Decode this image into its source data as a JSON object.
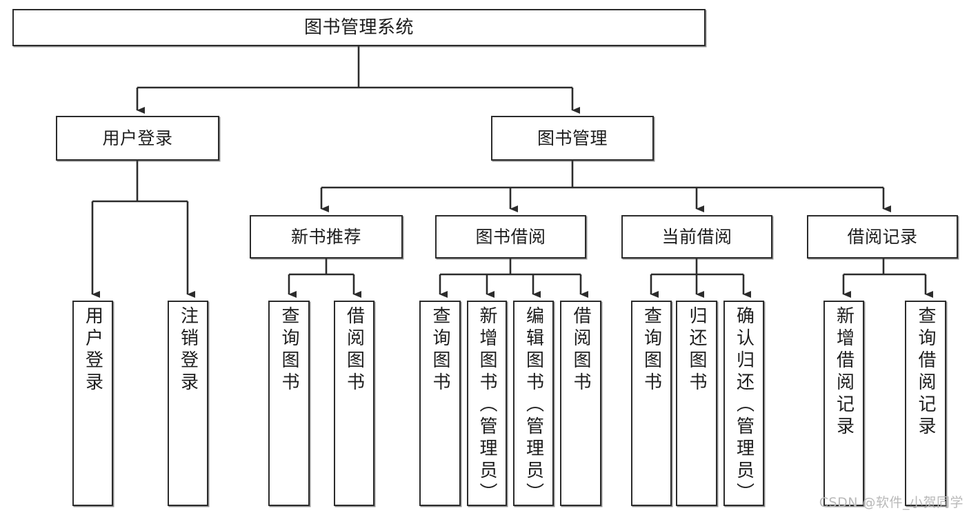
{
  "diagram": {
    "title": "图书管理系统",
    "watermark": "CSDN @软件_小贺同学",
    "colors": {
      "box_border": "#2b2b2b",
      "box_fill": "#ffffff",
      "edge": "#2b2b2b",
      "text": "#1d1d1d",
      "watermark": "#b9b9b9"
    },
    "levels": {
      "root": "图书管理系统",
      "level2": [
        "用户登录",
        "图书管理"
      ],
      "level3": [
        "新书推荐",
        "图书借阅",
        "当前借阅",
        "借阅记录"
      ]
    },
    "nodes": {
      "root": {
        "label": "图书管理系统"
      },
      "user_login": {
        "label": "用户登录"
      },
      "book_manage": {
        "label": "图书管理"
      },
      "new_book_rec": {
        "label": "新书推荐"
      },
      "book_borrow": {
        "label": "图书借阅"
      },
      "current_borrow": {
        "label": "当前借阅"
      },
      "borrow_record": {
        "label": "借阅记录"
      },
      "leaf_user_login": {
        "label": "用户登录"
      },
      "leaf_logout": {
        "label": "注销登录"
      },
      "leaf_query_book_1": {
        "label": "查询图书"
      },
      "leaf_borrow_book_1": {
        "label": "借阅图书"
      },
      "leaf_query_book_2": {
        "label": "查询图书"
      },
      "leaf_add_book": {
        "label": "新增图书（管理员）"
      },
      "leaf_edit_book": {
        "label": "编辑图书（管理员）"
      },
      "leaf_borrow_book_2": {
        "label": "借阅图书"
      },
      "leaf_query_book_3": {
        "label": "查询图书"
      },
      "leaf_return_book": {
        "label": "归还图书"
      },
      "leaf_confirm_return": {
        "label": "确认归还（管理员）"
      },
      "leaf_add_record": {
        "label": "新增借阅记录"
      },
      "leaf_query_record": {
        "label": "查询借阅记录"
      }
    }
  }
}
